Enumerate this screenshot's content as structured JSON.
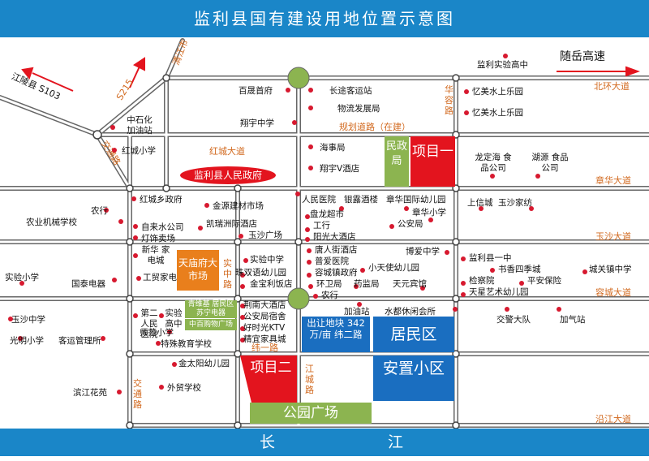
{
  "title": "监利县国有建设用地位置示意图",
  "river": [
    "长",
    "江"
  ],
  "colors": {
    "banner": "#1a86c8",
    "road": "#d2691e",
    "red": "#e3141e",
    "green": "#8cb450",
    "orange": "#e97f1c",
    "blue": "#1a6ec0",
    "poi": "#d7192f"
  },
  "highways": {
    "suiyue": "随岳高速",
    "jiangling": "江陵县 S103",
    "s215": "S215",
    "qingjiang": "清江市"
  },
  "roads": {
    "beihuan": "北环大道",
    "zhanghua": "章华大道",
    "yusha": "玉沙大道",
    "rongcheng": "容城大道",
    "yanjiang": "沿江大道",
    "hongcheng": "红城大道",
    "guihua": "规划道路（在建）",
    "huarong": "华容路",
    "jiaotong_top": "交通路",
    "jiaotong_bottom": "交通路",
    "shizhong": "实中路",
    "weiyi": "纬一路",
    "jiangcheng": "江城路"
  },
  "blocks": {
    "project1": "项目一",
    "project2": "项目二",
    "minzheng": "民政局",
    "government": "监利县人民政府",
    "tianmiao": "天庙府大市场",
    "green_small": "青维基 居民区 苏宁电器",
    "zhongbai": "中百购物广场",
    "chuchang": "出让地块 342万/亩 纬二路",
    "residential": "居民区",
    "anzhi": "安置小区",
    "park": "公园广场"
  },
  "pois": [
    "监利实验高中",
    "忆美水上乐园",
    "忆美水上乐园",
    "百晟首府",
    "长途客运站",
    "物流发展局",
    "翔宇中学",
    "海事局",
    "翔宇V酒店",
    "龙定海 食品公司",
    "湖源 食品公司",
    "中石化 加油站",
    "红城小学",
    "红城乡政府",
    "金源建材市场",
    "农行",
    "农业机械学校",
    "自来水公司",
    "灯饰卖场",
    "凯瑞洲际酒店",
    "人民医院",
    "银露酒楼",
    "章华国际幼儿园",
    "盘龙超市",
    "章华小学",
    "公安局",
    "工行",
    "阳光大酒店",
    "上信城",
    "玉沙家纺",
    "玉沙广场",
    "新华 家电城",
    "实验中学",
    "唐人街酒店",
    "普爱医院",
    "博爱中学",
    "监利县一中",
    "书香四季城",
    "平安保险",
    "城关镇中学",
    "实验小学",
    "国泰电器",
    "工贸家电",
    "珠双语幼儿园",
    "金宝利饭店",
    "容城镇政府",
    "小天使幼儿园",
    "检察院",
    "天星艺术幼儿园",
    "环卫局",
    "药监局",
    "天元宾馆",
    "农行",
    "玉沙中学",
    "第二 人民医院",
    "实验 高中",
    "荆南大酒店",
    "公安局宿舍",
    "好时光KTV",
    "精宜家具城",
    "加油站",
    "水都休闲会所",
    "交警大队",
    "加气站",
    "光明小学",
    "客运管理所",
    "师范小学",
    "特殊教育学校",
    "金太阳幼儿园",
    "滨江花苑",
    "外贸学校"
  ]
}
